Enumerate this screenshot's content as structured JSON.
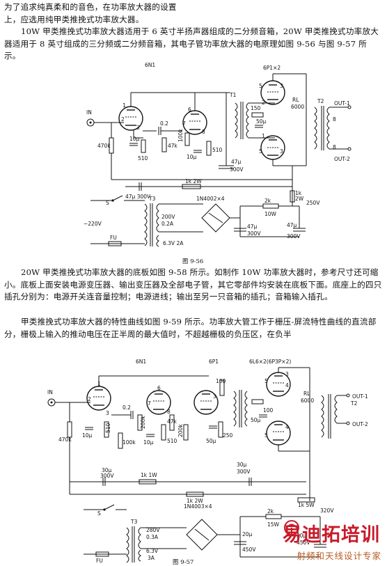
{
  "text": {
    "intro_line1": "为了追求纯真柔和的音色，在功率放大器的设置",
    "intro_line2": "上，应选用纯甲类推挽式功率放大器。",
    "para1": "10W 甲类推挽式功率放大器适用于 6 英寸半扬声器组成的二分频音箱，20W 甲类推挽式功率放大器适用于 8 英寸组成的三分频或二分频音箱，其电子管功率放大器的电原理如图 9-56 与图 9-57 所示。",
    "para2": "20W 甲类推挽式功率放大器的底板如图 9-58 所示。如制作 10W 功率放大器时，参考尺寸还可缩小。底板上面安装电源变压器、输出变压器及全部电子管，其它零部件均安装在底板下面。底座上的四只插孔分别为：电源开关连音量控制；电源进线；输出至另一只音箱的插孔；音箱输入插孔。",
    "para3": "甲类推挽式功率放大器的特性曲线如图 9-59 所示。功率放大管工作于栅压-屏流特性曲线的直流部分，栅极上输入的推动电压在正半周的最大值时，不超越栅极的负压区，在负半"
  },
  "fig56": {
    "caption": "图 9-56",
    "labels": {
      "tube1": "6N1",
      "tube2": "6P1×2",
      "in": "IN",
      "t1": "T1",
      "t2": "T2",
      "t3": "T3",
      "rl": "RL",
      "rl_val": "6000",
      "out1": "OUT-1",
      "out2": "OUT-2",
      "r470k": "470k",
      "c10u": "10μ",
      "r510": "510",
      "c02": "0.2",
      "r47k": "47k",
      "r100k": "100k",
      "c10u_b": "10μ",
      "r510_b": "510",
      "c47u_a": "47μ",
      "v300_a": "300V",
      "r150": "150",
      "c50u": "50μ",
      "c47u300": "47μ 300V",
      "r1k2w": "1k 2W",
      "r1k2w_b": "1k",
      "w2": "2W",
      "v250": "250V",
      "diode": "1N4002×4",
      "r2k": "2k",
      "w10": "10W",
      "c47u_b": "47μ",
      "v300_b": "300V",
      "c47u_c": "47μ",
      "v300_c": "300V",
      "s": "S",
      "ac": "~220V",
      "fu": "FU",
      "v200": "200V",
      "a02": "0.2A",
      "v63": "6.3V 2A",
      "p8": "8",
      "p8b": "8",
      "n1": "1",
      "n2": "2",
      "n3": "3",
      "n6": "6",
      "n7": "7",
      "n8": "8",
      "n3b": "3",
      "n5": "5",
      "n2b": "2",
      "n1b": "1",
      "n5b": "5",
      "n3c": "3"
    }
  },
  "fig57": {
    "caption": "图 9-57",
    "labels": {
      "tube1": "6N1",
      "tube2": "6P1",
      "tube3": "6L6×2(6P3P×2)",
      "in": "IN",
      "t2": "T2",
      "t3": "T3",
      "rl": "RL",
      "rl_val": "6000",
      "out1": "OUT-1",
      "out2": "OUT-2",
      "r470k": "470k",
      "c10u": "10μ",
      "r510": "510",
      "r100k": "100k",
      "c02": "0.2",
      "r200k": "200k",
      "c10u_b": "10μ",
      "r510_b": "510",
      "r47k": "47k",
      "r200k_b": "200k",
      "r100": "100",
      "c50u": "50μ",
      "r250": "250",
      "c50u_b": "50μ",
      "r100_b": "100",
      "c30u": "30μ",
      "v300": "300V",
      "r1k1w": "1k 1W",
      "r1k2w": "1k 2W",
      "c30u_b": "30μ",
      "v300_b": "300V",
      "r1k5w": "1k 5W",
      "v320": "320V",
      "diode": "1N4003×4",
      "r2k": "2k",
      "w15": "15W",
      "c20u": "20μ",
      "v450": "450V",
      "c20u_b": "20μ",
      "v450_b": "450V",
      "s": "S",
      "fu": "FU",
      "v280": "280V",
      "a03": "0.3A",
      "v63": "6.3V",
      "a3": "3A",
      "n1": "1",
      "n2": "2",
      "n3": "3",
      "n6": "6",
      "n7": "7",
      "n8": "8",
      "n3b": "3",
      "n4": "4",
      "n5": "5",
      "n3c": "3",
      "n4b": "4",
      "n5b": "5"
    }
  },
  "watermark": {
    "brand": "易迪拓培训",
    "tagline": "射频和天线设计专家",
    "brand_color": "#c81a2a",
    "tagline_color": "#b85a20"
  }
}
